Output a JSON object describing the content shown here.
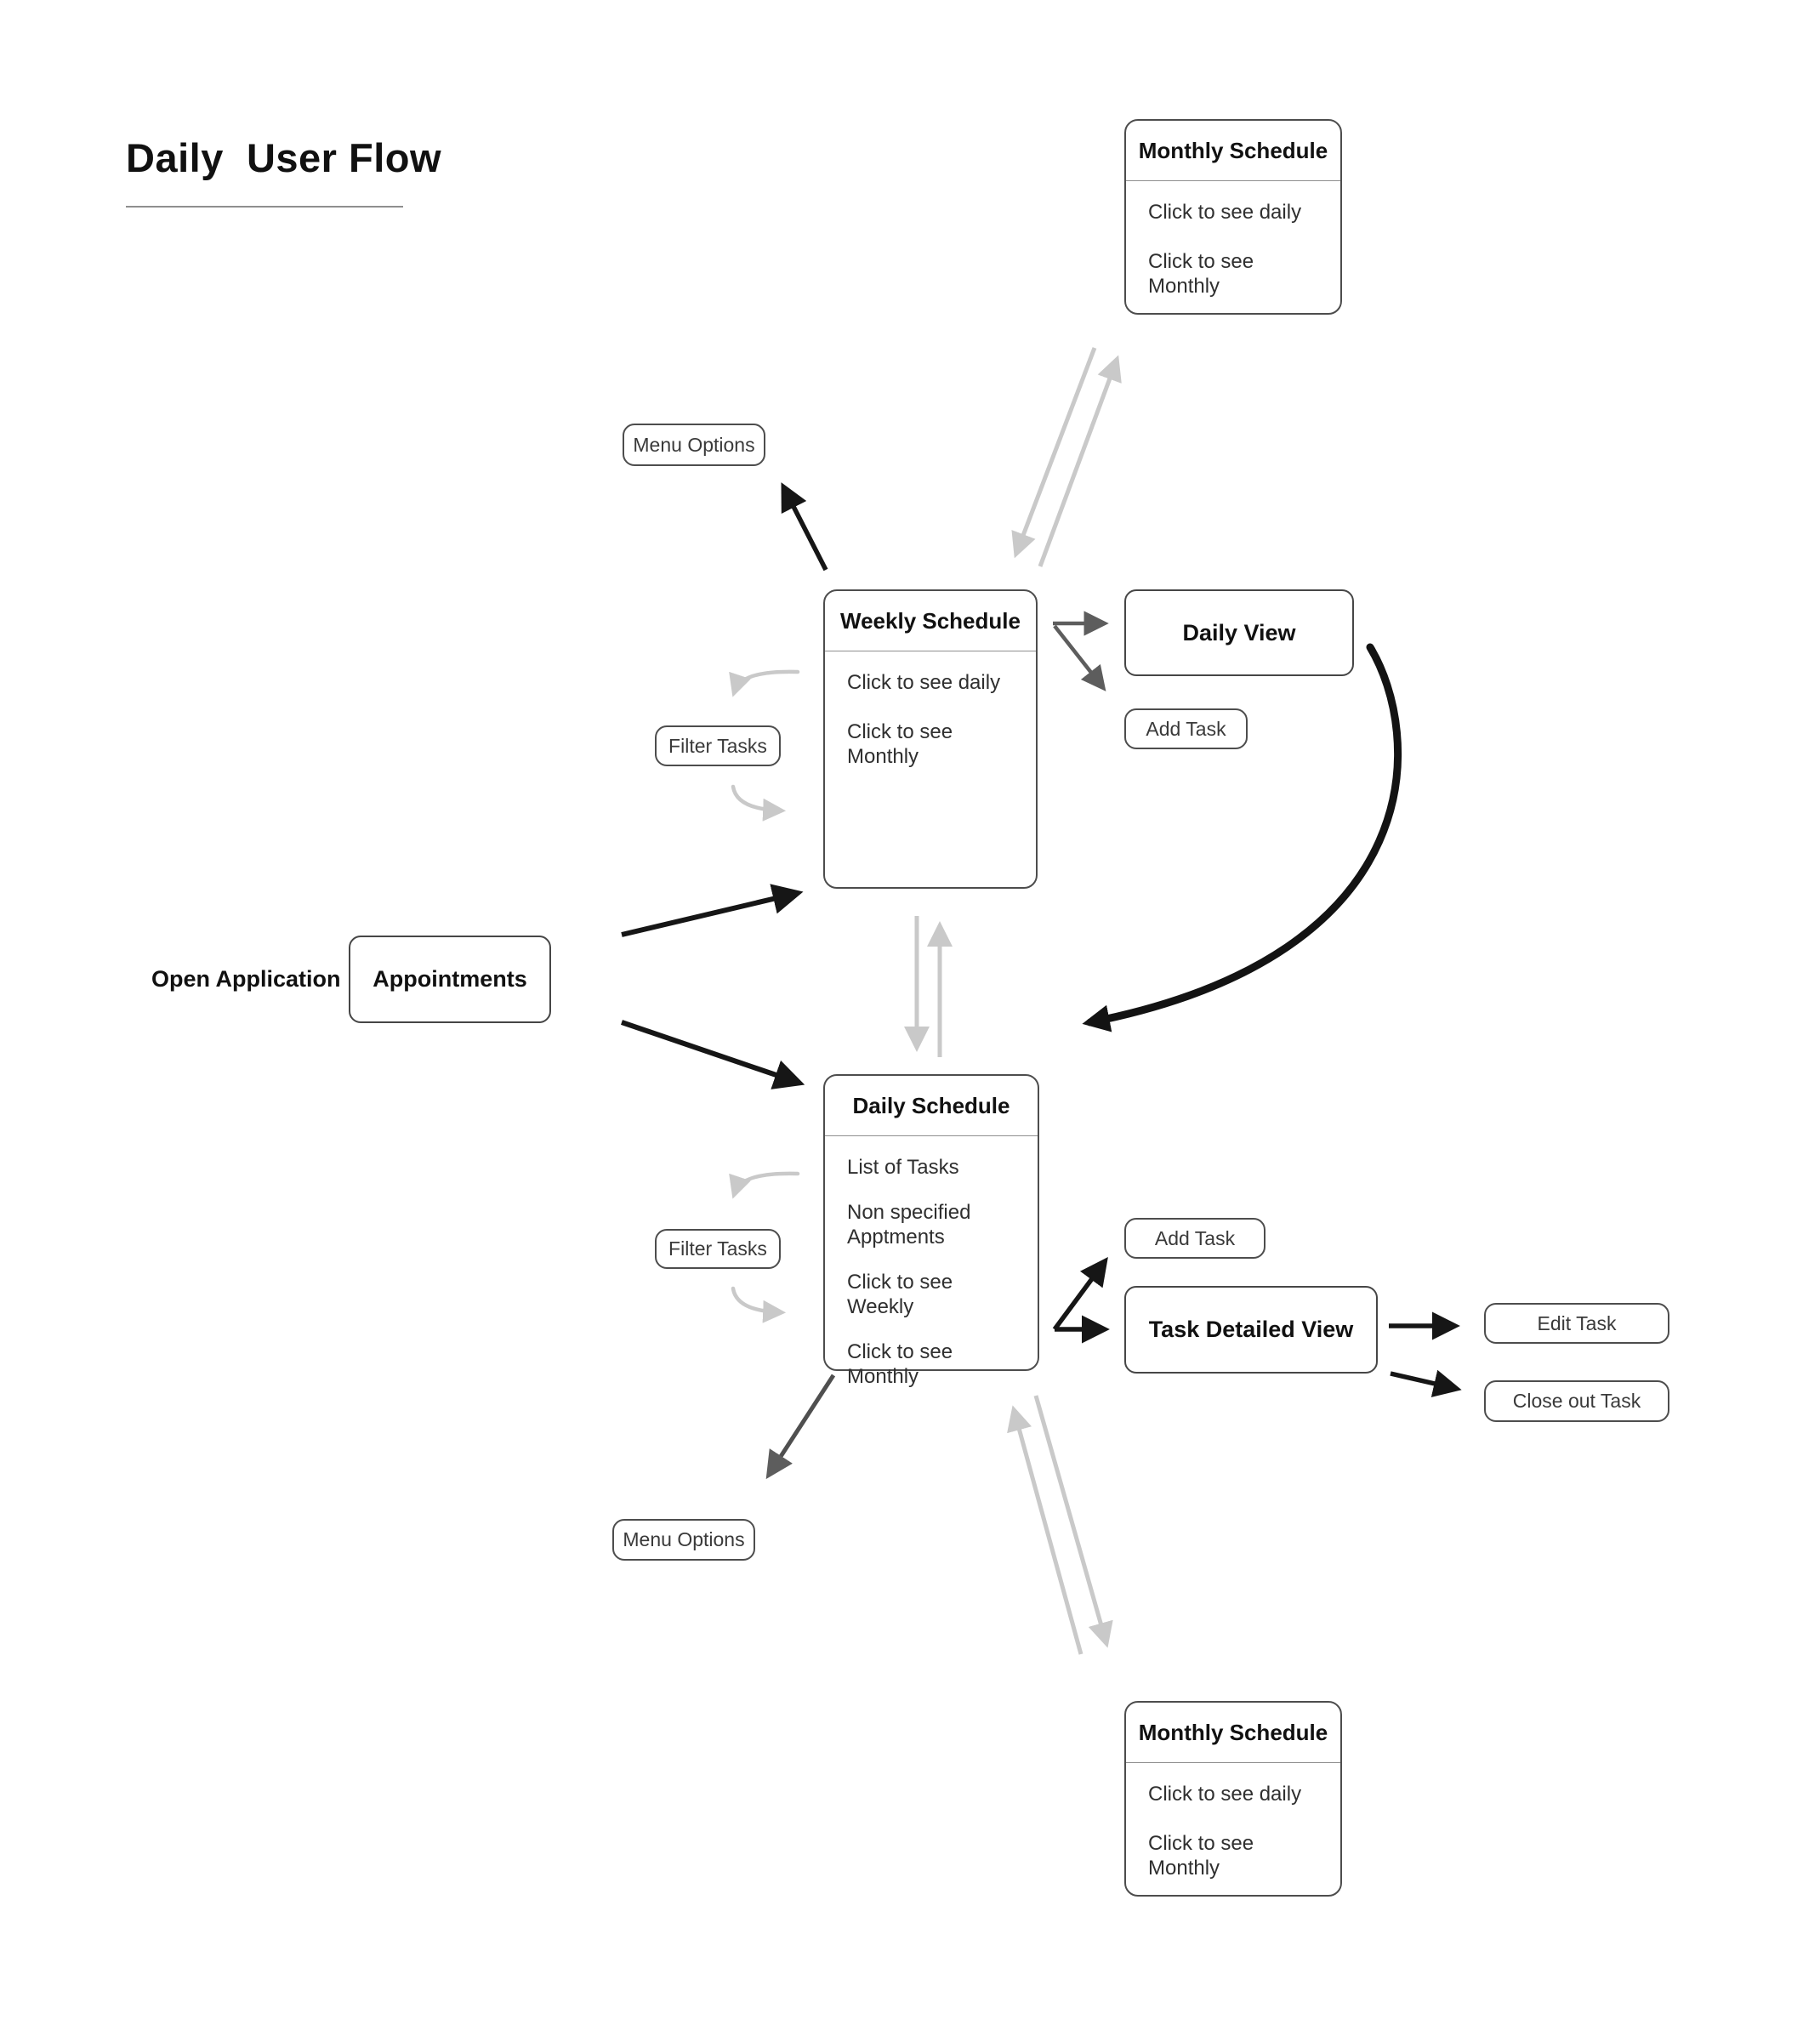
{
  "title": "Daily  User Flow",
  "start_label": "Open Application",
  "nodes": {
    "monthly_schedule_top": {
      "title": "Monthly Schedule",
      "items": [
        "Click to see daily",
        "Click to see Monthly"
      ]
    },
    "weekly_schedule": {
      "title": "Weekly Schedule",
      "items": [
        "Click to see daily",
        "Click to see Monthly"
      ]
    },
    "daily_view": {
      "title": "Daily View"
    },
    "appointments": {
      "title": "Appointments"
    },
    "daily_schedule": {
      "title": "Daily Schedule",
      "items": [
        "List of Tasks",
        "Non specified Apptments",
        "Click to see Weekly",
        "Click to see Monthly"
      ]
    },
    "task_detailed_view": {
      "title": "Task Detailed View"
    },
    "monthly_schedule_bottom": {
      "title": "Monthly Schedule",
      "items": [
        "Click to see daily",
        "Click to see Monthly"
      ]
    },
    "menu_options_top": {
      "label": "Menu Options"
    },
    "menu_options_bottom": {
      "label": "Menu Options"
    },
    "filter_tasks_top": {
      "label": "Filter Tasks"
    },
    "filter_tasks_bottom": {
      "label": "Filter Tasks"
    },
    "add_task_top": {
      "label": "Add Task"
    },
    "add_task_bottom": {
      "label": "Add Task"
    },
    "edit_task": {
      "label": "Edit Task"
    },
    "close_out_task": {
      "label": "Close out Task"
    }
  },
  "edges": [
    {
      "from": "Monthly Schedule (top)",
      "to": "Weekly Schedule",
      "style": "light-gray"
    },
    {
      "from": "Weekly Schedule",
      "to": "Monthly Schedule (top)",
      "style": "light-gray"
    },
    {
      "from": "Weekly Schedule",
      "to": "Menu Options (top)",
      "style": "black"
    },
    {
      "from": "Weekly Schedule",
      "to": "Daily View",
      "style": "dark-gray"
    },
    {
      "from": "Weekly Schedule",
      "to": "Add Task (top)",
      "style": "dark-gray"
    },
    {
      "from": "Filter Tasks (top)",
      "to": "Weekly Schedule",
      "style": "light-gray-curve",
      "bidirectional": true
    },
    {
      "from": "Appointments",
      "to": "Weekly Schedule",
      "style": "black"
    },
    {
      "from": "Appointments",
      "to": "Daily Schedule",
      "style": "black"
    },
    {
      "from": "Weekly Schedule",
      "to": "Daily Schedule",
      "style": "light-gray"
    },
    {
      "from": "Daily Schedule",
      "to": "Weekly Schedule",
      "style": "light-gray"
    },
    {
      "from": "Daily View",
      "to": "Daily Schedule",
      "style": "black-thick-curve"
    },
    {
      "from": "Daily Schedule",
      "to": "Add Task (bottom)",
      "style": "black"
    },
    {
      "from": "Daily Schedule",
      "to": "Task Detailed View",
      "style": "black"
    },
    {
      "from": "Task Detailed View",
      "to": "Edit Task",
      "style": "black"
    },
    {
      "from": "Task Detailed View",
      "to": "Close out Task",
      "style": "black"
    },
    {
      "from": "Daily Schedule",
      "to": "Menu Options (bottom)",
      "style": "dark-gray"
    },
    {
      "from": "Daily Schedule",
      "to": "Monthly Schedule (bottom)",
      "style": "light-gray"
    },
    {
      "from": "Monthly Schedule (bottom)",
      "to": "Daily Schedule",
      "style": "light-gray"
    },
    {
      "from": "Filter Tasks (bottom)",
      "to": "Daily Schedule",
      "style": "light-gray-curve",
      "bidirectional": true
    }
  ],
  "colors": {
    "background": "#ffffff",
    "arrow_strong": "#161616",
    "arrow_medium": "#5d5d5d",
    "arrow_light": "#c9c9c9",
    "box_border": "#4d4d4d",
    "text_primary": "#111111",
    "text_body": "#2f2f2f"
  }
}
